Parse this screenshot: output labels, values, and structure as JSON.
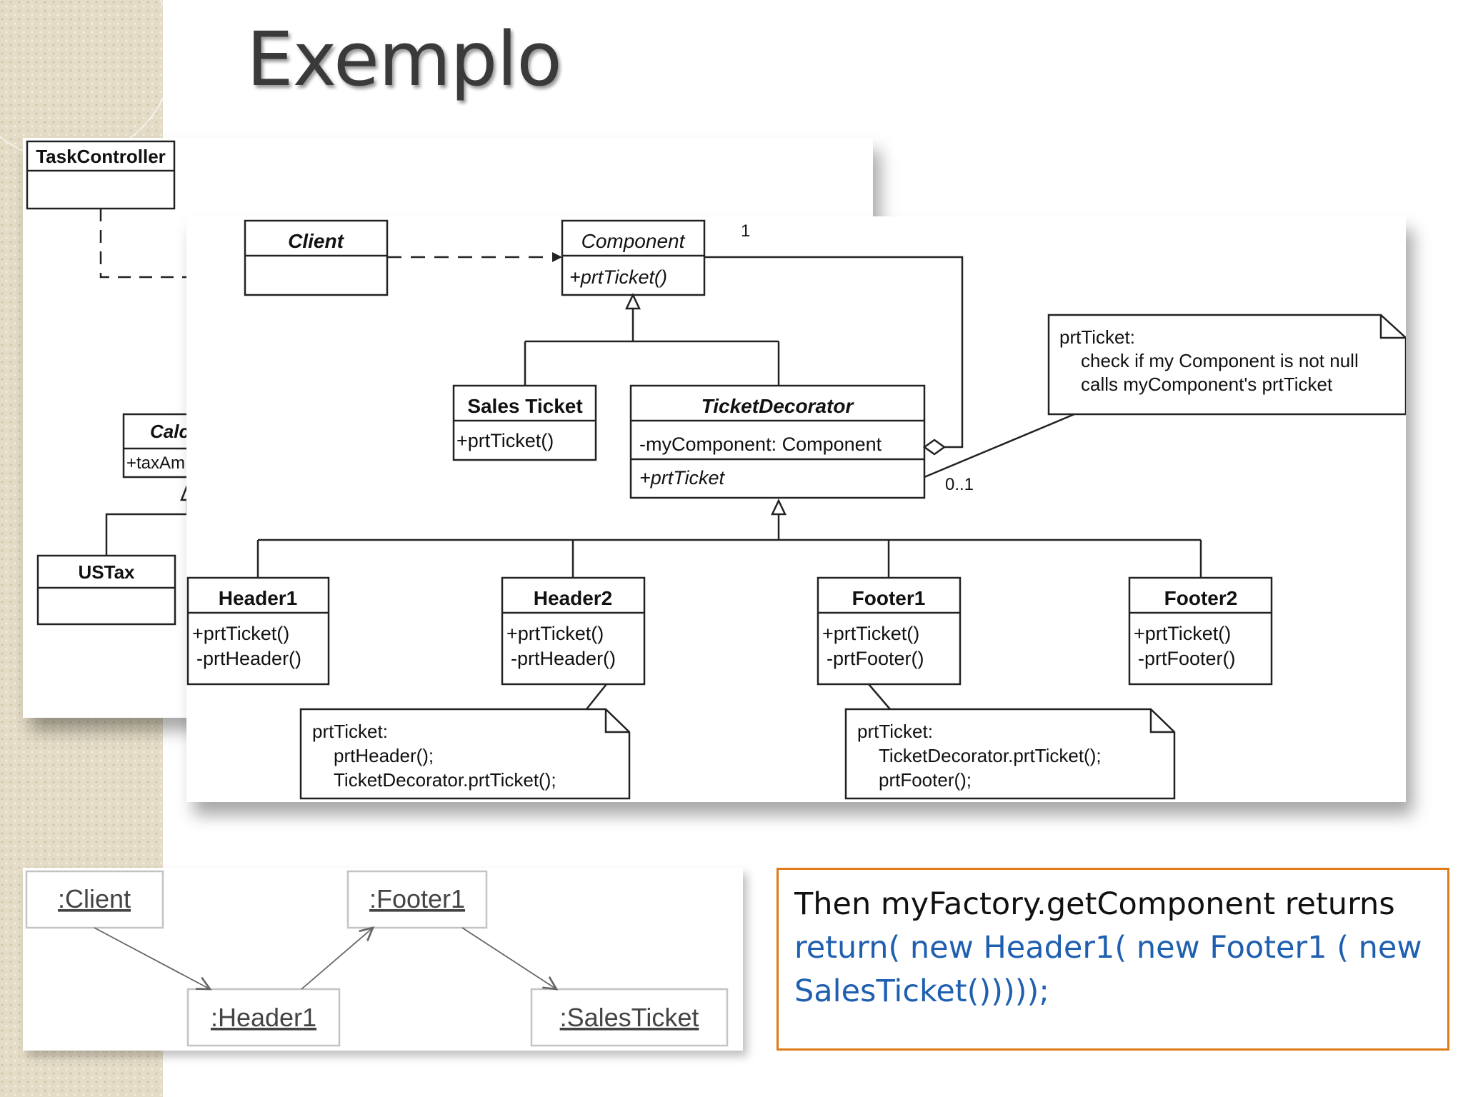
{
  "slide": {
    "title": "Exemplo"
  },
  "back_diagram": {
    "task_controller": "TaskController",
    "calc_partial": "Calc",
    "tax_partial": "+taxAm",
    "us_tax": "USTax"
  },
  "class_diagram": {
    "client": "Client",
    "component": {
      "name": "Component",
      "op": "+prtTicket()"
    },
    "multiplicity_one": "1",
    "multiplicity_zero_one": "0..1",
    "sales_ticket": {
      "name": "Sales Ticket",
      "op": "+prtTicket()"
    },
    "ticket_decorator": {
      "name": "TicketDecorator",
      "attr": "-myComponent: Component",
      "op": "+prtTicket"
    },
    "header1": {
      "name": "Header1",
      "ops": [
        "+prtTicket()",
        "-prtHeader()"
      ]
    },
    "header2": {
      "name": "Header2",
      "ops": [
        "+prtTicket()",
        "-prtHeader()"
      ]
    },
    "footer1": {
      "name": "Footer1",
      "ops": [
        "+prtTicket()",
        "-prtFooter()"
      ]
    },
    "footer2": {
      "name": "Footer2",
      "ops": [
        "+prtTicket()",
        "-prtFooter()"
      ]
    },
    "note_decorator": [
      "prtTicket:",
      "check if my Component is not null",
      "calls myComponent's prtTicket"
    ],
    "note_header": [
      "prtTicket:",
      "prtHeader();",
      "TicketDecorator.prtTicket();"
    ],
    "note_footer": [
      "prtTicket:",
      "TicketDecorator.prtTicket();",
      "prtFooter();"
    ]
  },
  "object_diagram": {
    "client": ":Client",
    "footer1": ":Footer1",
    "header1": ":Header1",
    "sales_ticket": ":SalesTicket"
  },
  "note": {
    "line1": "Then myFactory.getComponent returns",
    "code_line1": "return( new Header1( new Footer1 ( new",
    "code_line2": "SalesTicket()))));"
  },
  "colors": {
    "note_border": "#e07b1a",
    "code_text": "#1f5fb0",
    "title_text": "#3a3a3a"
  }
}
